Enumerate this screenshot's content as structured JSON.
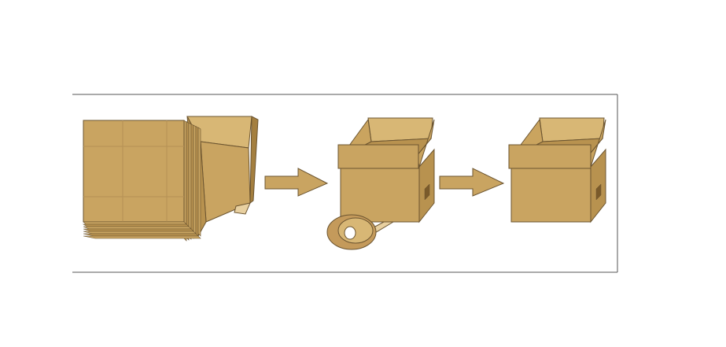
{
  "diagram": {
    "steps": [
      {
        "name": "flat-folded-box-stack"
      },
      {
        "name": "open-box-with-tape-roll"
      },
      {
        "name": "assembled-open-box"
      }
    ],
    "arrows": 2,
    "colors": {
      "cardboard_front": "#c9a461",
      "cardboard_side": "#b8924f",
      "cardboard_inner": "#d8b775",
      "cardboard_dark": "#a47f3f",
      "outline": "#6b5430",
      "crease": "#b59155",
      "arrow": "#c9a461",
      "tape": "#c49a5b",
      "frame": "#555555"
    }
  }
}
